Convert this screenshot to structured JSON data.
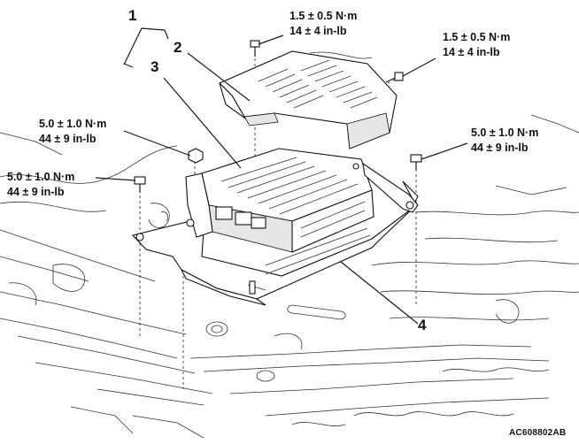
{
  "callouts": {
    "c1": "1",
    "c2": "2",
    "c3": "3",
    "c4": "4"
  },
  "torques": {
    "cover_bolt_top": {
      "nm": "1.5 ± 0.5 N·m",
      "inlb": "14 ± 4 in-lb"
    },
    "cover_bolt_right": {
      "nm": "1.5 ± 0.5 N·m",
      "inlb": "14 ± 4 in-lb"
    },
    "bracket_nut_upper_left": {
      "nm": "5.0 ± 1.0 N·m",
      "inlb": "44 ± 9 in-lb"
    },
    "bracket_bolt_left": {
      "nm": "5.0 ± 1.0 N·m",
      "inlb": "44 ± 9 in-lb"
    },
    "bracket_bolt_right": {
      "nm": "5.0 ± 1.0 N·m",
      "inlb": "44 ± 9 in-lb"
    }
  },
  "figure_id": "AC608802AB"
}
